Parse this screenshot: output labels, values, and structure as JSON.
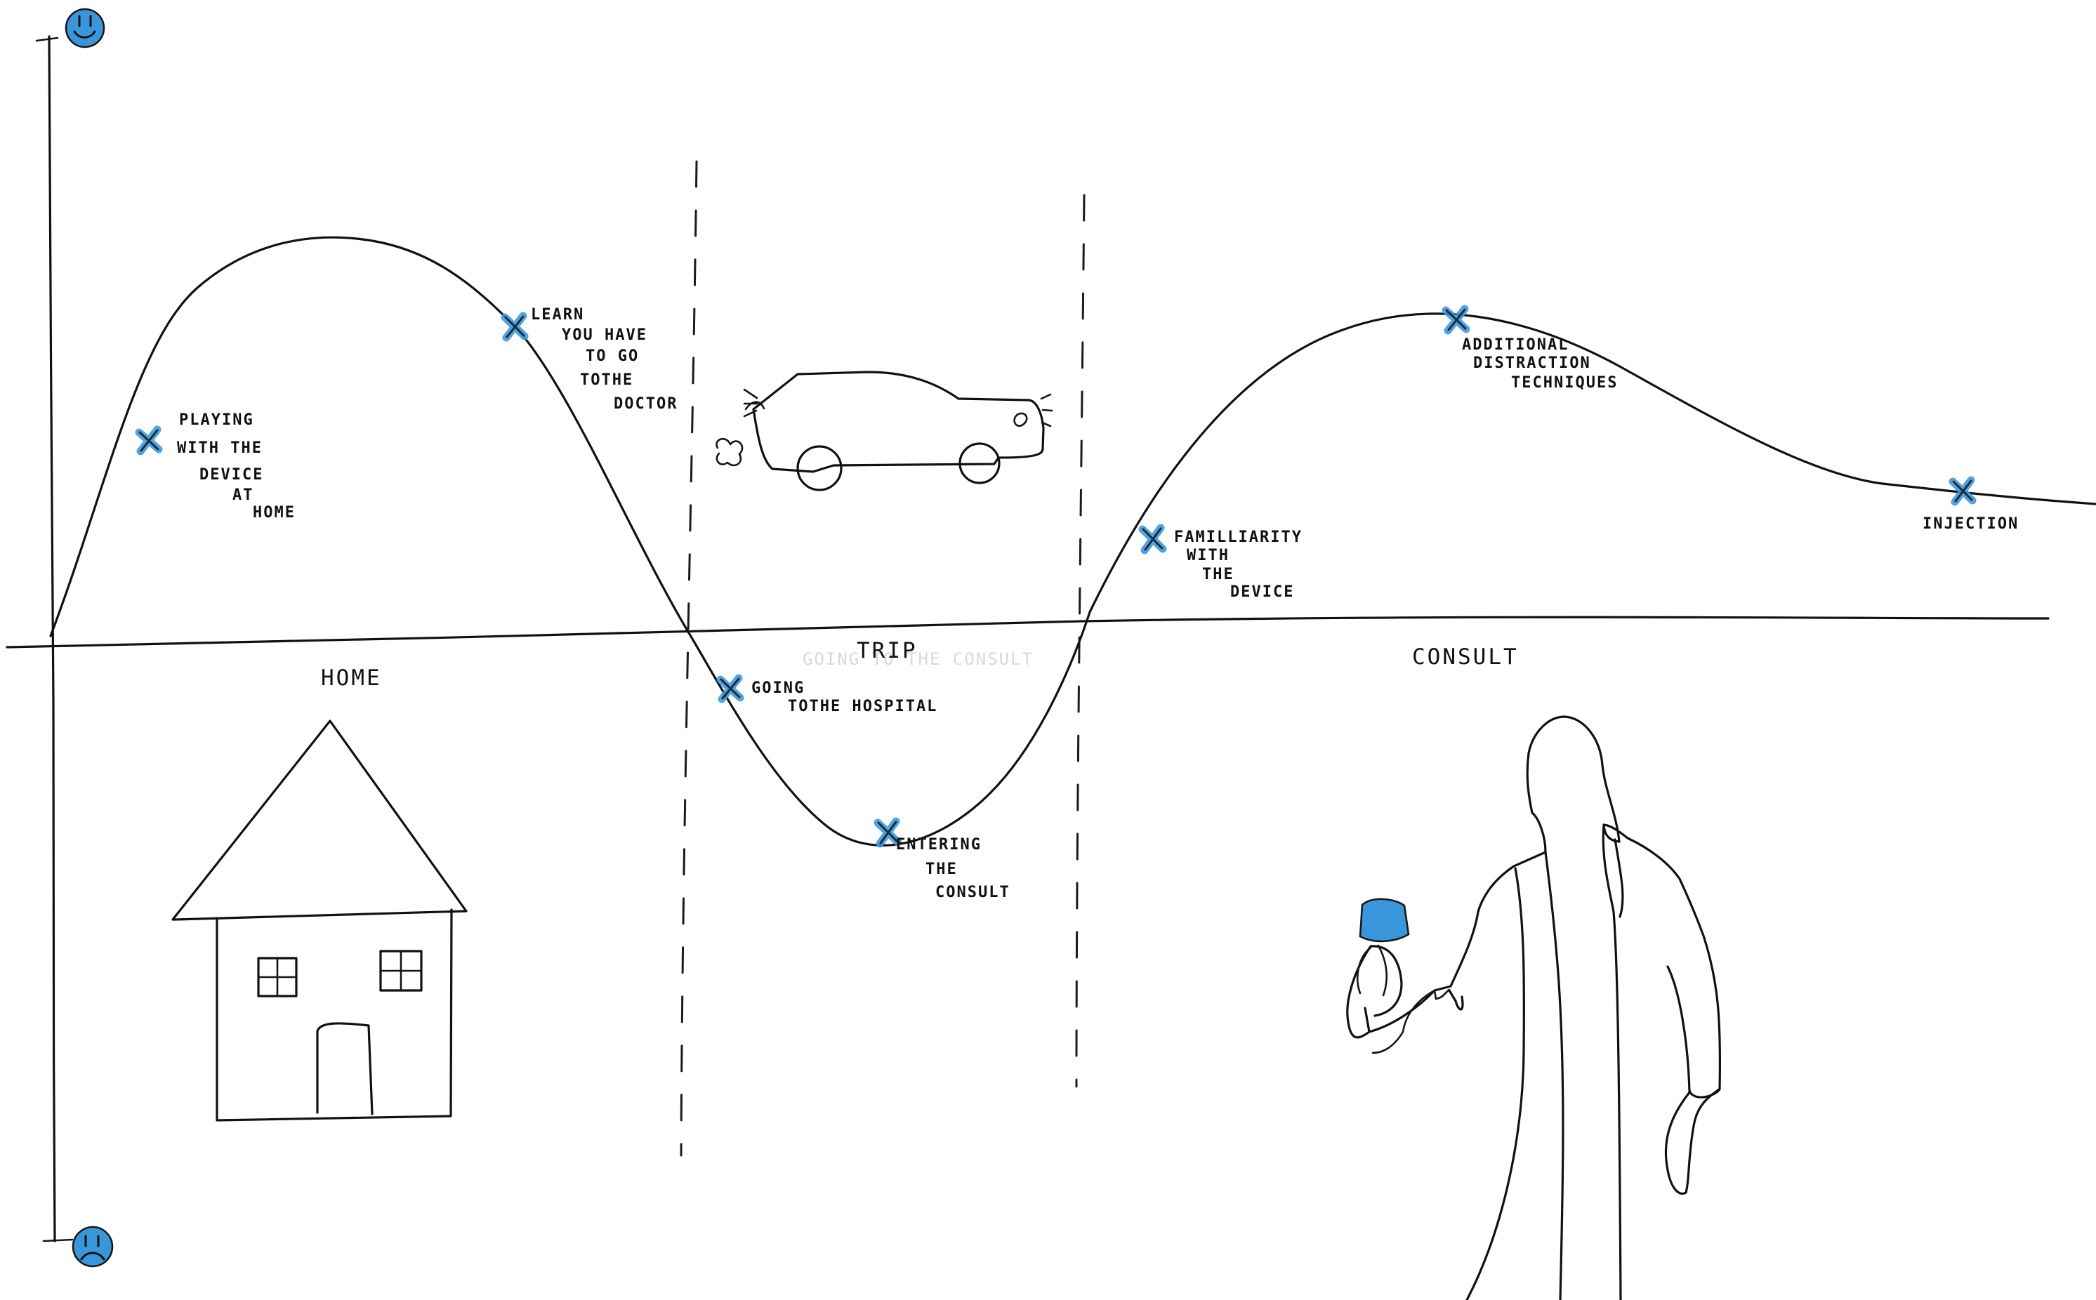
{
  "sections": {
    "home": "HOME",
    "trip": "TRIP",
    "consult": "CONSULT"
  },
  "faint_text": {
    "trip_under": "GOING TO THE CONSULT"
  },
  "moments": [
    {
      "name": "playing",
      "lines": [
        "PLAYING",
        "WITH THE",
        "DEVICE",
        "AT",
        "HOME"
      ]
    },
    {
      "name": "learn",
      "lines": [
        "LEARN",
        "YOU HAVE",
        "TO GO",
        "TOTHE",
        "DOCTOR"
      ]
    },
    {
      "name": "going",
      "lines": [
        "GOING",
        "TOTHE HOSPITAL"
      ]
    },
    {
      "name": "entering",
      "lines": [
        "ENTERING",
        "THE",
        "CONSULT"
      ]
    },
    {
      "name": "familiarity",
      "lines": [
        "FAMILLIARITY",
        "WITH",
        "THE",
        "DEVICE"
      ]
    },
    {
      "name": "distraction",
      "lines": [
        "ADDITIONAL",
        "DISTRACTION",
        "TECHNIQUES"
      ]
    },
    {
      "name": "injection",
      "lines": [
        "INJECTION"
      ]
    }
  ],
  "icons": {
    "happy": "happy-face-icon",
    "sad": "sad-face-icon",
    "house": "house-icon",
    "car": "car-icon",
    "doctor": "doctor-icon",
    "marker": "blue-x-marker-icon"
  },
  "colors": {
    "ink": "#111111",
    "accent_blue": "#3a96db",
    "faint": "#d8d8d8"
  }
}
